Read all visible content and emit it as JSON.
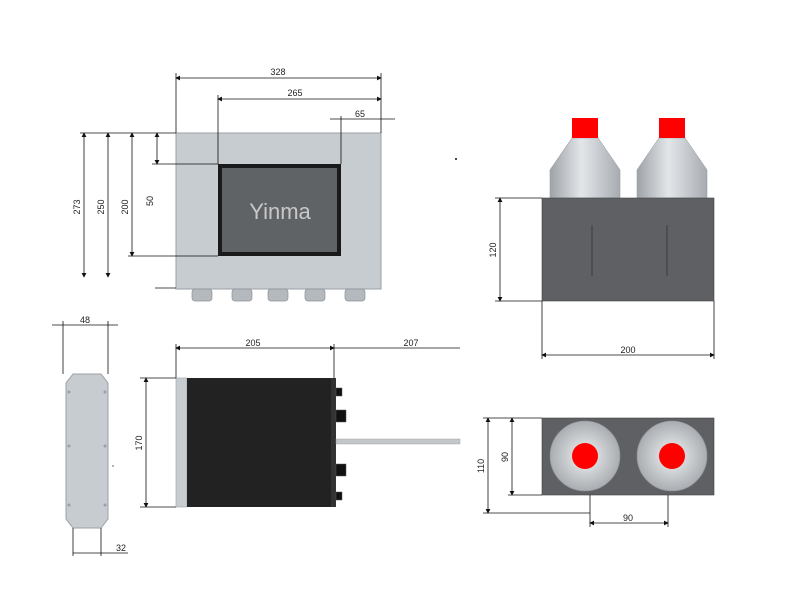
{
  "front_view": {
    "brand": "Yinma",
    "dims": {
      "overall_width": "328",
      "screen_span": "265",
      "edge_offset": "65",
      "h_273": "273",
      "h_250": "250",
      "h_200": "200",
      "h_50": "50"
    }
  },
  "bottle_view": {
    "dims": {
      "height": "120",
      "width": "200"
    }
  },
  "side_thin_view": {
    "dims": {
      "width": "48",
      "base": "32"
    }
  },
  "side_body_view": {
    "dims": {
      "body_len": "205",
      "shaft_len": "207",
      "height": "170"
    }
  },
  "top_view": {
    "dims": {
      "h_110": "110",
      "h_90": "90",
      "spacing": "90"
    }
  },
  "colors": {
    "panel": "#c7ccd1",
    "screen_bg": "#5f6366",
    "body_dark": "#222222",
    "cap_red": "#ff0000",
    "box_gray": "#5e6063"
  }
}
